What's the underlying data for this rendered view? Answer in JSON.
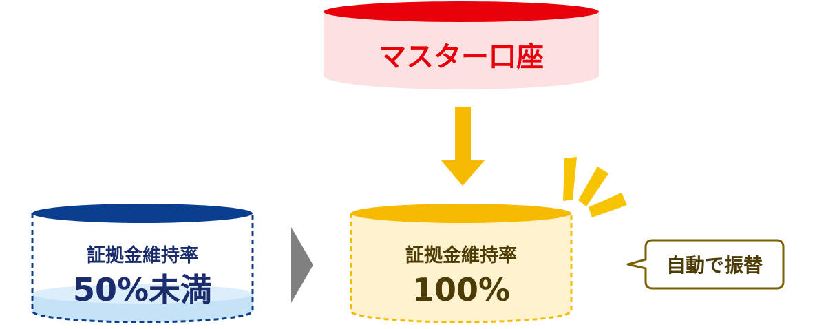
{
  "master": {
    "label": "マスター口座",
    "color": "#e8000b",
    "fill": "#fde1e2"
  },
  "before": {
    "label": "証拠金維持率",
    "value": "50%未満",
    "border_color": "#0a3f8f",
    "text_color": "#1a2c6b",
    "liquid_color": "#c6e2f7",
    "liquid_level": 0.3
  },
  "after": {
    "label": "証拠金維持率",
    "value": "100%",
    "border_color": "#f6bb00",
    "text_color": "#4e3c06",
    "fill": "#fff3cf"
  },
  "transfer_bubble": {
    "label": "自動で振替",
    "border_color": "#7a6200",
    "text_color": "#4e3c06"
  },
  "colors": {
    "down_arrow": "#f6bb00",
    "right_arrow": "#808080",
    "sparkle": "#f6c400"
  }
}
